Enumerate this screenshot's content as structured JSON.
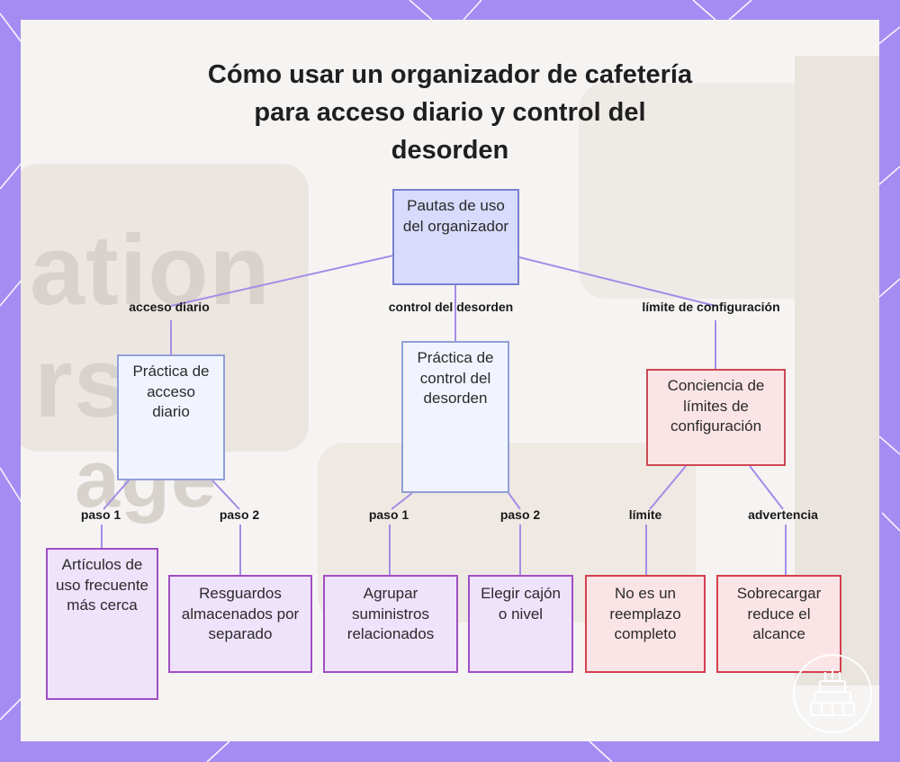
{
  "title": "Cómo usar un organizador de cafetería para acceso diario y control del desorden",
  "colors": {
    "frame": "#a48cf2",
    "root_fill": "#d8dbfc",
    "blue_fill": "#f1f4ff",
    "red_fill": "#fbe4e6",
    "purple_fill": "#efe2fb",
    "edge": "#a48ce8"
  },
  "root": {
    "label": "Pautas de uso del organizador"
  },
  "branches": {
    "access": {
      "edge_label": "acceso diario",
      "node": "Práctica de acceso diario",
      "step1_label": "paso 1",
      "step1": "Artículos de uso frecuente más cerca",
      "step2_label": "paso 2",
      "step2": "Resguardos almacenados por separado"
    },
    "clutter": {
      "edge_label": "control del desorden",
      "node": "Práctica de control del desorden",
      "step1_label": "paso 1",
      "step1": "Agrupar suministros relacionados",
      "step2_label": "paso 2",
      "step2": "Elegir cajón o nivel"
    },
    "limits": {
      "edge_label": "límite de configuración",
      "node": "Conciencia de límites de configuración",
      "limit_label": "límite",
      "limit": "No es un reemplazo completo",
      "warning_label": "advertencia",
      "warning": "Sobrecargar reduce el alcance"
    }
  },
  "badge_icon": "cake-icon"
}
